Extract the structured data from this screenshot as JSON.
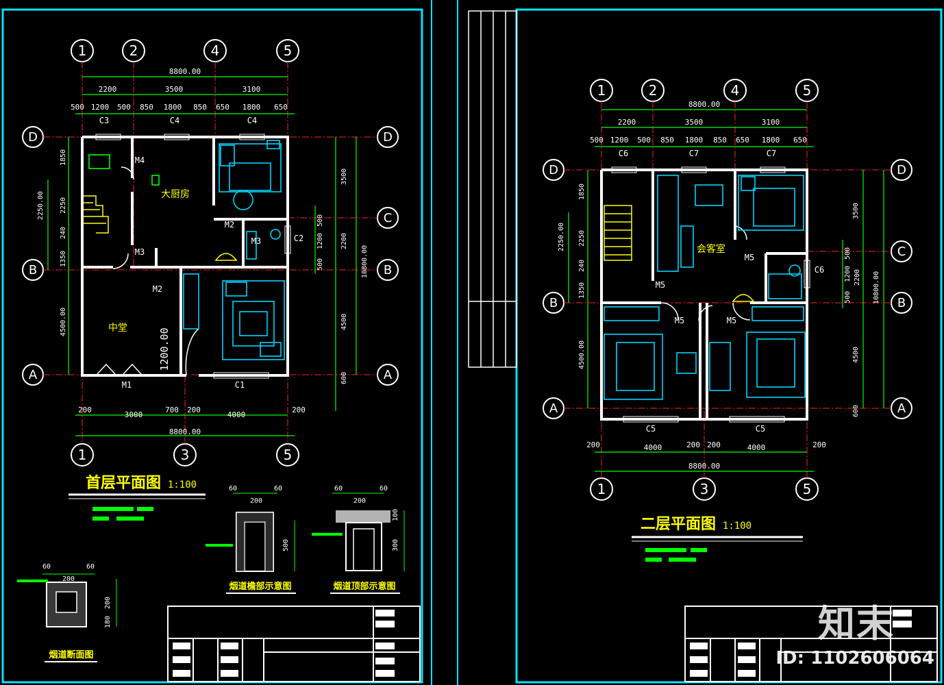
{
  "colors": {
    "border": "#00e5ff",
    "wall": "#ffffff",
    "dim": "#00ff00",
    "furniture": "#00d4ff",
    "text_yellow": "#ffff00",
    "text_white": "#ffffff",
    "axis_red": "#ff2020"
  },
  "sheet1": {
    "title": "首层平面图",
    "scale": "1:100",
    "axes_top": [
      "1",
      "2",
      "4",
      "5"
    ],
    "axes_bottom": [
      "1",
      "3",
      "5"
    ],
    "axes_side": [
      "D",
      "C",
      "B",
      "A"
    ],
    "total_width": "8800.00",
    "dims_top_1": [
      "2200",
      "3500",
      "3100"
    ],
    "dims_top_2": [
      "500",
      "1200",
      "500",
      "850",
      "1800",
      "850",
      "650",
      "1800",
      "650"
    ],
    "dims_bottom": [
      "200",
      "3000",
      "700",
      "200",
      "4000",
      "200"
    ],
    "dims_bottom_total": "8800.00",
    "dims_left": [
      "1850",
      "2250.00",
      "2250",
      "240",
      "1350",
      "4500.00"
    ],
    "dims_right": [
      "3500",
      "500",
      "1200",
      "2200",
      "500",
      "10800.00",
      "4500",
      "600"
    ],
    "rooms": [
      "大厨房",
      "中堂"
    ],
    "window_labels": [
      "C3",
      "C4",
      "C4",
      "C2",
      "C1"
    ],
    "door_labels": [
      "M1",
      "M2",
      "M2",
      "M3",
      "M3",
      "M4"
    ],
    "door_width": "1200.00",
    "details": [
      "烟道檐部示意图",
      "烟道顶部示意图",
      "烟道断面图"
    ],
    "detail_dims": [
      "60",
      "200",
      "60",
      "500",
      "60",
      "200",
      "60",
      "100",
      "300",
      "60",
      "200",
      "60",
      "200",
      "180"
    ]
  },
  "sheet2": {
    "title": "二层平面图",
    "scale": "1:100",
    "axes_top": [
      "1",
      "2",
      "4",
      "5"
    ],
    "axes_bottom": [
      "1",
      "3",
      "5"
    ],
    "axes_side": [
      "D",
      "C",
      "B",
      "A"
    ],
    "total_width": "8800.00",
    "dims_top_1": [
      "2200",
      "3500",
      "3100"
    ],
    "dims_top_2": [
      "500",
      "1200",
      "500",
      "850",
      "1800",
      "850",
      "650",
      "1800",
      "650"
    ],
    "dims_bottom": [
      "200",
      "4000",
      "200",
      "200",
      "4000",
      "200"
    ],
    "dims_bottom_total": "8800.00",
    "dims_left": [
      "1850",
      "2250.00",
      "2250",
      "240",
      "1350",
      "4500.00"
    ],
    "dims_right": [
      "3500",
      "500",
      "1200",
      "2200",
      "500",
      "10800.00",
      "4500",
      "600"
    ],
    "rooms": [
      "会客室"
    ],
    "window_labels": [
      "C6",
      "C7",
      "C7",
      "C6",
      "C5",
      "C5"
    ],
    "door_labels": [
      "M5",
      "M5",
      "M5",
      "M5"
    ]
  },
  "watermark": {
    "logo": "知末",
    "id": "ID: 1102606064"
  }
}
